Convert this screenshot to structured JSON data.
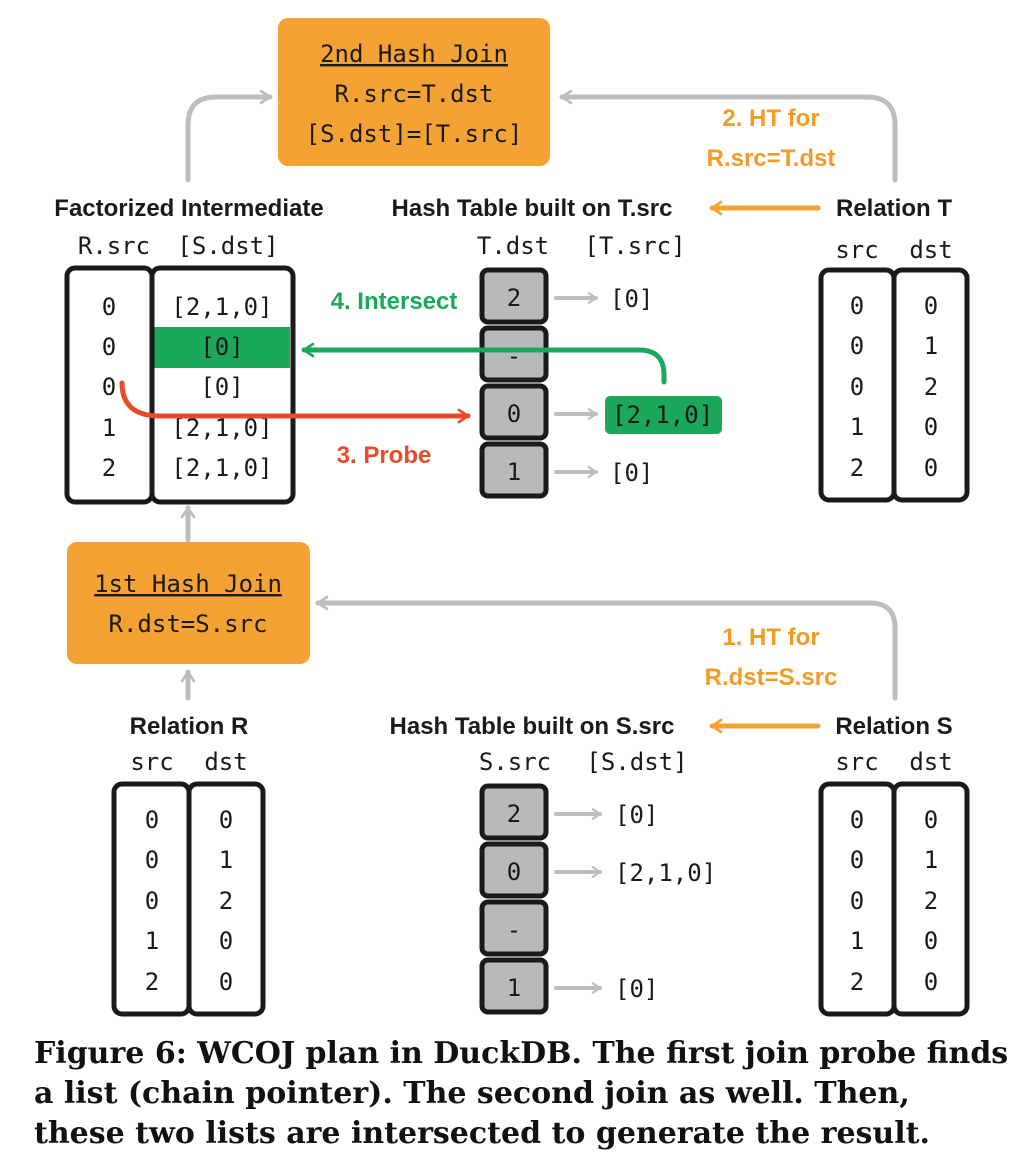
{
  "colors": {
    "orange": "#F4A233",
    "orange_text": "#F29B25",
    "green": "#1BA85A",
    "red": "#E84A2A",
    "gray_arrow": "#BDBDBD",
    "cell_gray": "#B9B9B9",
    "ink": "#1A1A1A"
  },
  "join2": {
    "title": "2nd Hash Join",
    "cond1": "R.src=T.dst",
    "cond2": "[S.dst]=[T.src]"
  },
  "join1": {
    "title": "1st Hash Join",
    "cond1": "R.dst=S.src"
  },
  "step2": {
    "line1": "2. HT for",
    "line2": "R.src=T.dst"
  },
  "step1": {
    "line1": "1. HT for",
    "line2": "R.dst=S.src"
  },
  "step3": "3. Probe",
  "step4": "4. Intersect",
  "factorized": {
    "title": "Factorized Intermediate",
    "headers": [
      "R.src",
      "[S.dst]"
    ],
    "rows": [
      [
        "0",
        "[2,1,0]"
      ],
      [
        "0",
        "[0]"
      ],
      [
        "0",
        "[0]"
      ],
      [
        "1",
        "[2,1,0]"
      ],
      [
        "2",
        "[2,1,0]"
      ]
    ]
  },
  "ht_t": {
    "title": "Hash Table built on T.src",
    "headers": [
      "T.dst",
      "[T.src]"
    ],
    "keys": [
      "2",
      "-",
      "0",
      "1"
    ],
    "lists": [
      "[0]",
      "",
      "[2,1,0]",
      "[0]"
    ]
  },
  "ht_s": {
    "title": "Hash Table built on S.src",
    "headers": [
      "S.src",
      "[S.dst]"
    ],
    "keys": [
      "2",
      "0",
      "-",
      "1"
    ],
    "lists": [
      "[0]",
      "[2,1,0]",
      "",
      "[0]"
    ]
  },
  "relation_t": {
    "title": "Relation T",
    "headers": [
      "src",
      "dst"
    ],
    "src": [
      "0",
      "0",
      "0",
      "1",
      "2"
    ],
    "dst": [
      "0",
      "1",
      "2",
      "0",
      "0"
    ]
  },
  "relation_s": {
    "title": "Relation S",
    "headers": [
      "src",
      "dst"
    ],
    "src": [
      "0",
      "0",
      "0",
      "1",
      "2"
    ],
    "dst": [
      "0",
      "1",
      "2",
      "0",
      "0"
    ]
  },
  "relation_r": {
    "title": "Relation R",
    "headers": [
      "src",
      "dst"
    ],
    "src": [
      "0",
      "0",
      "0",
      "1",
      "2"
    ],
    "dst": [
      "0",
      "1",
      "2",
      "0",
      "0"
    ]
  },
  "caption": "Figure 6: WCOJ plan in DuckDB. The first join probe finds a list (chain pointer). The second join as well. Then, these two lists are intersected to generate the result."
}
